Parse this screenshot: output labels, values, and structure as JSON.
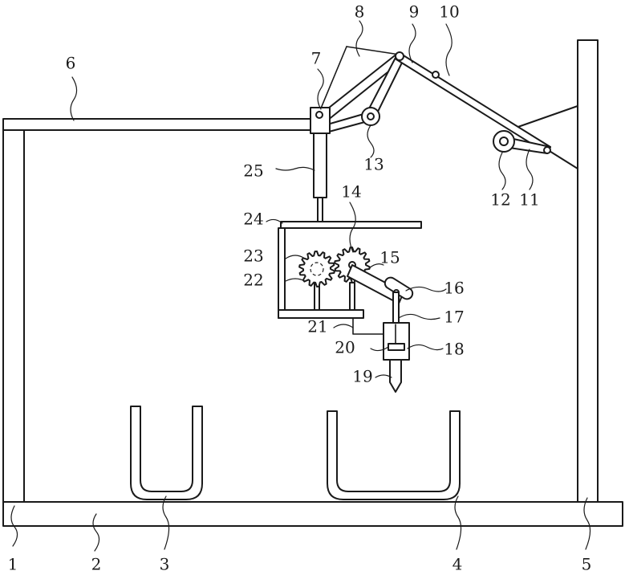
{
  "figure": {
    "labels": [
      {
        "id": "label-1",
        "text": "1"
      },
      {
        "id": "label-2",
        "text": "2"
      },
      {
        "id": "label-3",
        "text": "3"
      },
      {
        "id": "label-4",
        "text": "4"
      },
      {
        "id": "label-5",
        "text": "5"
      },
      {
        "id": "label-6",
        "text": "6"
      },
      {
        "id": "label-7",
        "text": "7"
      },
      {
        "id": "label-8",
        "text": "8"
      },
      {
        "id": "label-9",
        "text": "9"
      },
      {
        "id": "label-10",
        "text": "10"
      },
      {
        "id": "label-11",
        "text": "11"
      },
      {
        "id": "label-12",
        "text": "12"
      },
      {
        "id": "label-13",
        "text": "13"
      },
      {
        "id": "label-14",
        "text": "14"
      },
      {
        "id": "label-15",
        "text": "15"
      },
      {
        "id": "label-16",
        "text": "16"
      },
      {
        "id": "label-17",
        "text": "17"
      },
      {
        "id": "label-18",
        "text": "18"
      },
      {
        "id": "label-19",
        "text": "19"
      },
      {
        "id": "label-20",
        "text": "20"
      },
      {
        "id": "label-21",
        "text": "21"
      },
      {
        "id": "label-22",
        "text": "22"
      },
      {
        "id": "label-23",
        "text": "23"
      },
      {
        "id": "label-24",
        "text": "24"
      },
      {
        "id": "label-25",
        "text": "25"
      }
    ]
  }
}
